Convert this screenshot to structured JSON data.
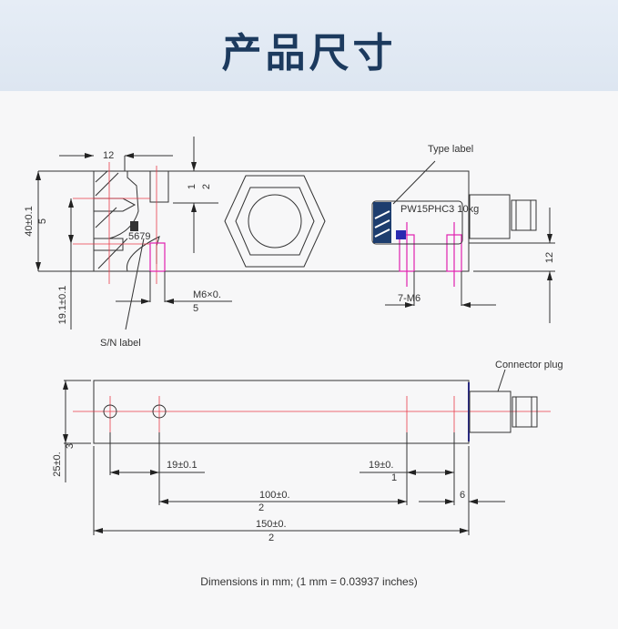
{
  "header": {
    "title": "产品尺寸"
  },
  "top_view": {
    "dim_width_12": "12",
    "dim_top_12": [
      "1",
      "2"
    ],
    "dim_height": [
      "40±0.1",
      "5"
    ],
    "dim_19_1": "19.1±0.1",
    "dim_m6": [
      "M6×0.",
      "5"
    ],
    "sn_label": "S/N label",
    "type_label": "Type label",
    "plate_model": "PW15PHC3 10kg",
    "dim_7m6": "7-M6",
    "dim_right_12": "12",
    "sn_number": "5679"
  },
  "bottom_view": {
    "connector_plug": "Connector plug",
    "dim_25": [
      "25±0.",
      "3"
    ],
    "dim_19_left": "19±0.1",
    "dim_19_right": [
      "19±0.",
      "1"
    ],
    "dim_100": [
      "100±0.",
      "2"
    ],
    "dim_6": "6",
    "dim_150": [
      "150±0.",
      "2"
    ]
  },
  "footer": {
    "note": "Dimensions in mm; (1 mm = 0.03937 inches)"
  }
}
